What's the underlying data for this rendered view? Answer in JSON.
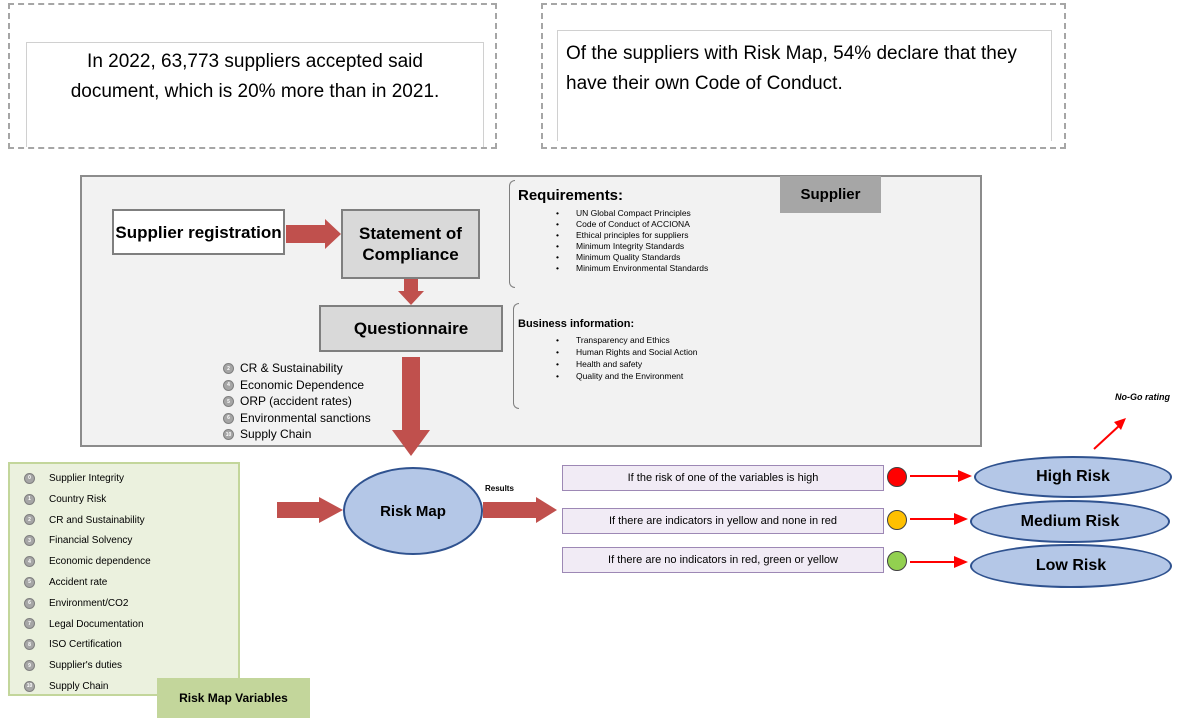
{
  "callouts": {
    "left_text": "In 2022, 63,773 suppliers accepted said document, which is 20% more than in 2021.",
    "right_text": "Of the suppliers with Risk Map, 54% declare that they have their own Code of Conduct."
  },
  "process": {
    "supplier_tag": "Supplier",
    "registration": "Supplier registration",
    "statement": "Statement of Compliance",
    "questionnaire": "Questionnaire",
    "requirements_title": "Requirements:",
    "requirements": [
      "UN Global Compact Principles",
      "Code of Conduct of ACCIONA",
      "Ethical principles for suppliers",
      "Minimum Integrity Standards",
      "Minimum Quality Standards",
      "Minimum Environmental Standards"
    ],
    "business_title": "Business information:",
    "business": [
      "Transparency and Ethics",
      "Human Rights and Social Action",
      "Health and safety",
      "Quality and the Environment"
    ],
    "questionnaire_vars": [
      {
        "num": "2",
        "label": "CR & Sustainability"
      },
      {
        "num": "4",
        "label": "Economic Dependence"
      },
      {
        "num": "5",
        "label": "ORP (accident rates)"
      },
      {
        "num": "6",
        "label": "Environmental sanctions"
      },
      {
        "num": "10",
        "label": "Supply Chain"
      }
    ]
  },
  "risk_map": {
    "label": "Risk Map",
    "results_label": "Results",
    "no_go_label": "No-Go rating",
    "conditions": [
      {
        "text": "If the risk of one of the variables is high",
        "color": "#ff0000",
        "outcome": "High Risk"
      },
      {
        "text": "If there are indicators in yellow and none in red",
        "color": "#ffc000",
        "outcome": "Medium Risk"
      },
      {
        "text": "If there are no indicators in red, green or yellow",
        "color": "#92d050",
        "outcome": "Low Risk"
      }
    ]
  },
  "variables": {
    "title": "Risk Map Variables",
    "items": [
      {
        "num": "0",
        "label": "Supplier Integrity"
      },
      {
        "num": "1",
        "label": "Country Risk"
      },
      {
        "num": "2",
        "label": "CR and Sustainability"
      },
      {
        "num": "3",
        "label": "Financial Solvency"
      },
      {
        "num": "4",
        "label": "Economic dependence"
      },
      {
        "num": "5",
        "label": "Accident rate"
      },
      {
        "num": "6",
        "label": "Environment/CO2"
      },
      {
        "num": "7",
        "label": "Legal Documentation"
      },
      {
        "num": "8",
        "label": "ISO Certification"
      },
      {
        "num": "9",
        "label": "Supplier's duties"
      },
      {
        "num": "10",
        "label": "Supply Chain"
      }
    ]
  },
  "colors": {
    "arrow": "#c0504d",
    "connector": "#ff0000",
    "ellipse_fill": "#b4c7e7",
    "ellipse_border": "#2f528f"
  }
}
